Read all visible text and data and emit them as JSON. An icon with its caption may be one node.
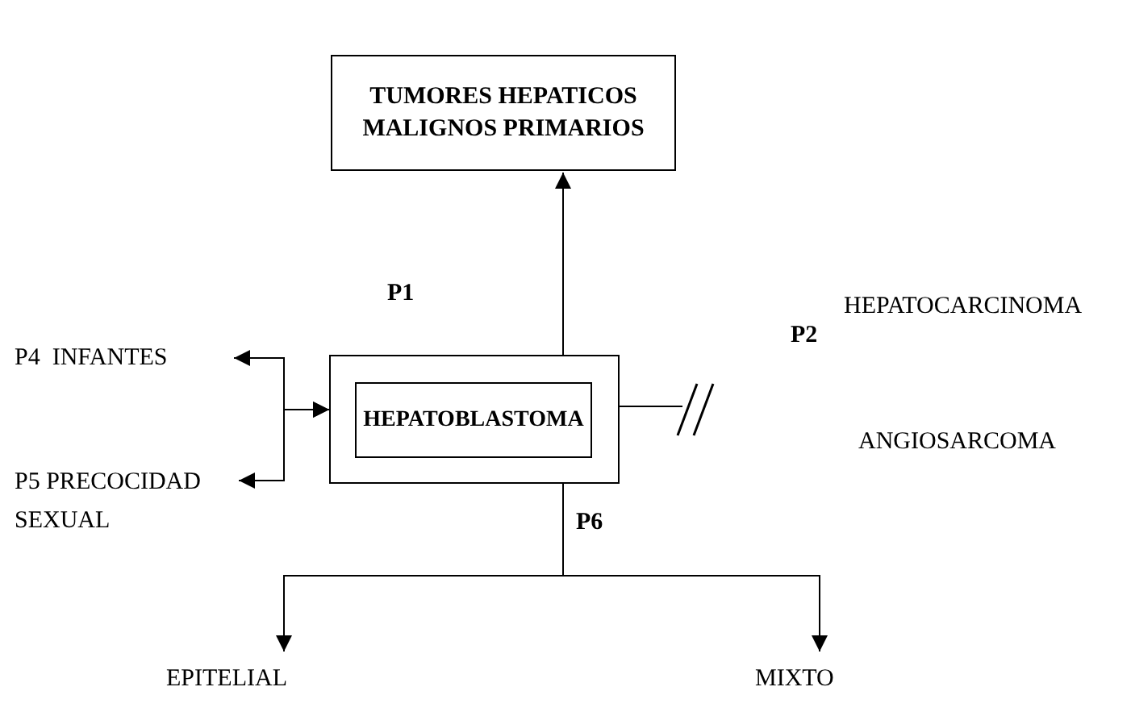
{
  "diagram": {
    "nodes": [
      {
        "text": [
          "TUMORES HEPATICOS MALIGNOS PRIMARIOS"
        ]
      },
      {
        "text": [],
        "shape": "box"
      },
      {
        "text": [
          "HEPATOBLASTOMA"
        ],
        "in": 1
      },
      {
        "text": [
          "P4  INFANTES"
        ]
      },
      {
        "text": [
          "P5 PRECOCIDAD SEXUAL"
        ]
      },
      {
        "text": [
          "EPITELIAL"
        ]
      },
      {
        "text": [
          "MIXTO"
        ]
      }
    ],
    "edges": [
      {
        "from": 1,
        "to": 0,
        "arrow": "to"
      },
      {
        "from": 1,
        "to": 3,
        "arrow": "both"
      },
      {
        "from": 1,
        "to": 4,
        "arrow": "both"
      },
      {
        "from": 1,
        "to": null,
        "arrow": "none"
      },
      {
        "from": 1,
        "to": 5,
        "arrow": "to"
      },
      {
        "from": 1,
        "to": 6,
        "arrow": "to"
      }
    ],
    "labels": [
      "P1",
      "P2",
      "HEPATOCARCINOMA",
      "ANGIOSARCOMA",
      "P6"
    ]
  }
}
